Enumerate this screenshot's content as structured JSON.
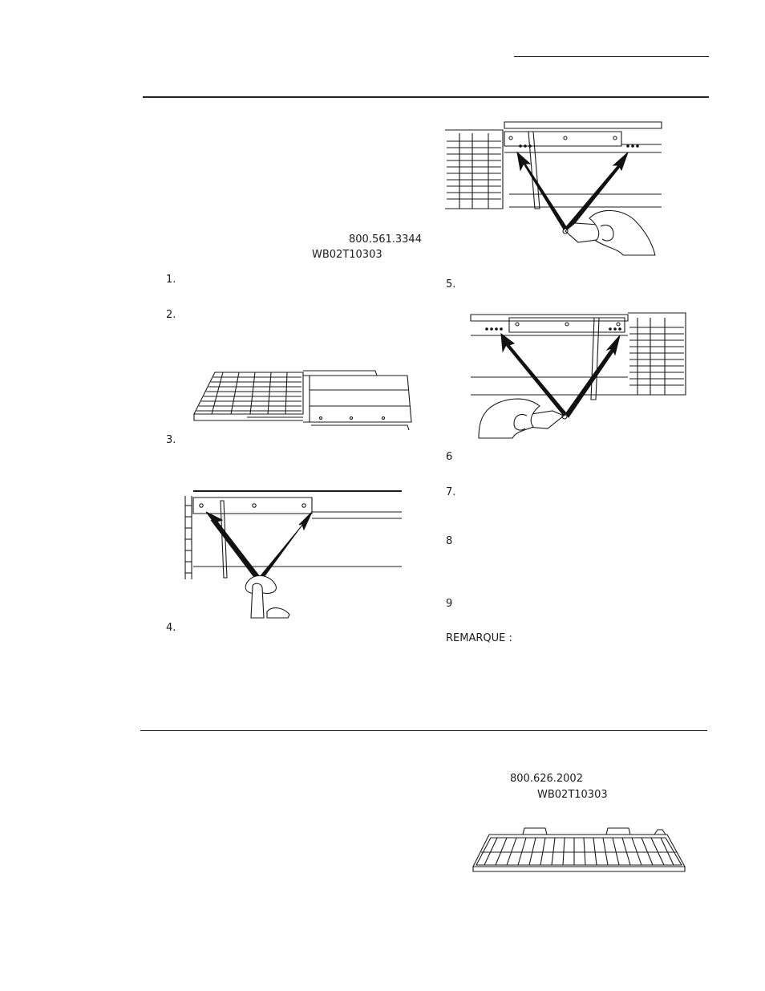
{
  "contacts": {
    "phone_1": "800.561.3344",
    "part_1": "WB02T10303",
    "phone_2": "800.626.2002",
    "part_2": "WB02T10303"
  },
  "steps_left": [
    {
      "label": "1."
    },
    {
      "label": "2."
    },
    {
      "label": "3."
    },
    {
      "label": "4."
    }
  ],
  "steps_right": [
    {
      "label": "5."
    },
    {
      "label": "6"
    },
    {
      "label": "7."
    },
    {
      "label": "8"
    },
    {
      "label": "9"
    }
  ],
  "note_label": "REMARQUE :",
  "figures": [
    {
      "name": "shelf-removal-illustration"
    },
    {
      "name": "wipe-rails-illustration"
    },
    {
      "name": "lubricant-left-rail-illustration"
    },
    {
      "name": "lubricant-right-rail-illustration"
    },
    {
      "name": "oven-rack-illustration"
    }
  ]
}
